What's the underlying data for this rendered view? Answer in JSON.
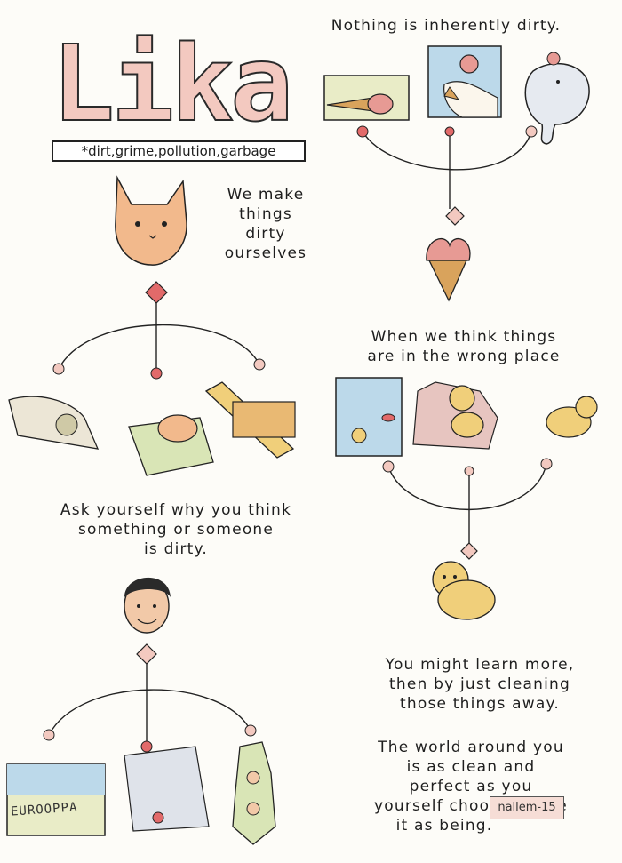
{
  "title": "Lika",
  "subtitle": "*dirt,grime,pollution,garbage",
  "texts": {
    "top_right": [
      "Nothing is inherently dirty."
    ],
    "cat_caption": [
      "We make",
      "things",
      "dirty",
      "ourselves"
    ],
    "wrong_place": [
      "When we think things",
      "are in the wrong place"
    ],
    "ask_yourself": [
      "Ask yourself why you think",
      "something or someone",
      "is dirty."
    ],
    "learn_more": [
      "You might learn more,",
      "then by just cleaning",
      "those things away."
    ],
    "world": [
      "The world around you",
      "is as clean and",
      "perfect as you",
      "yourself choose to see",
      "it as being."
    ]
  },
  "signature": "nallem-15",
  "map_label": "EUROOPPA",
  "colors": {
    "accent": "#d9534f",
    "paper": "#fdfcf8",
    "ink": "#1e1e1e",
    "title_fill": "#f3c9c0",
    "water": "#bcd9ea",
    "bear": "#f0cf7a",
    "cat": "#f2b98c",
    "cone": "#d9a35c"
  }
}
